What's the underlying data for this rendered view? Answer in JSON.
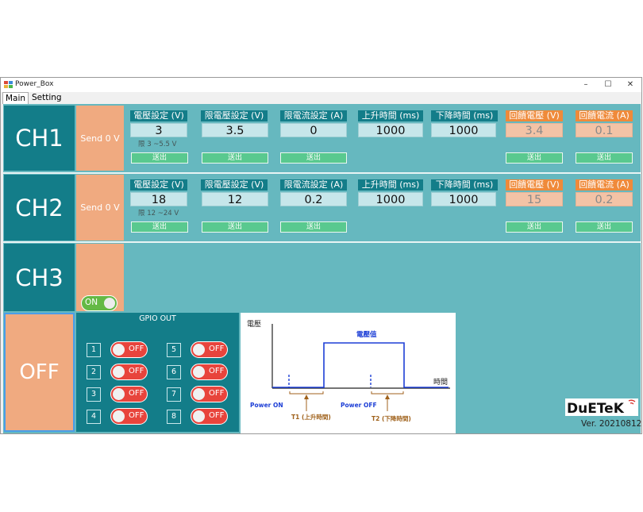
{
  "window": {
    "title": "Power_Box",
    "controls": {
      "minimize": "–",
      "maximize": "☐",
      "close": "✕"
    }
  },
  "menu": {
    "tabs": [
      "Main",
      "Setting"
    ]
  },
  "labels": {
    "voltage_set": "電壓設定 (V)",
    "limit_voltage_set": "限電壓設定 (V)",
    "limit_current_set": "限電流設定 (A)",
    "rise_time": "上升時間 (ms)",
    "fall_time": "下降時間 (ms)",
    "feedback_voltage": "回饋電壓 (V)",
    "feedback_current": "回饋電流 (A)",
    "send": "送出"
  },
  "channels": {
    "ch1": {
      "name": "CH1",
      "send_label": "Send 0 V",
      "voltage": "3",
      "voltage_range": "限 3 ~5.5 V",
      "limit_voltage": "3.5",
      "limit_current": "0",
      "rise_time": "1000",
      "fall_time": "1000",
      "feedback_voltage": "3.4",
      "feedback_current": "0.1"
    },
    "ch2": {
      "name": "CH2",
      "send_label": "Send 0 V",
      "voltage": "18",
      "voltage_range": "限 12 ~24 V",
      "limit_voltage": "12",
      "limit_current": "0.2",
      "rise_time": "1000",
      "fall_time": "1000",
      "feedback_voltage": "15",
      "feedback_current": "0.2"
    },
    "ch3": {
      "name": "CH3",
      "toggle_label": "ON",
      "toggle_on": true
    }
  },
  "off_button": "OFF",
  "gpio": {
    "title": "GPIO OUT",
    "items": [
      {
        "num": "1",
        "state": "OFF"
      },
      {
        "num": "2",
        "state": "OFF"
      },
      {
        "num": "3",
        "state": "OFF"
      },
      {
        "num": "4",
        "state": "OFF"
      },
      {
        "num": "5",
        "state": "OFF"
      },
      {
        "num": "6",
        "state": "OFF"
      },
      {
        "num": "7",
        "state": "OFF"
      },
      {
        "num": "8",
        "state": "OFF"
      }
    ]
  },
  "diagram": {
    "y_label": "電壓",
    "x_label": "時間",
    "value_label": "電壓值",
    "power_on": "Power ON",
    "power_off": "Power OFF",
    "t1": "T1 (上升時間)",
    "t2": "T2 (下降時間)"
  },
  "logo": {
    "text": "DuETeK"
  },
  "version": "Ver. 20210812",
  "colors": {
    "background": "#66b8bf",
    "channel": "#137d89",
    "accent": "#f0aa80",
    "feedback": "#ef8a3a",
    "send_button": "#59c98f",
    "gpio_off": "#e8443c",
    "toggle_on": "#64b945"
  }
}
